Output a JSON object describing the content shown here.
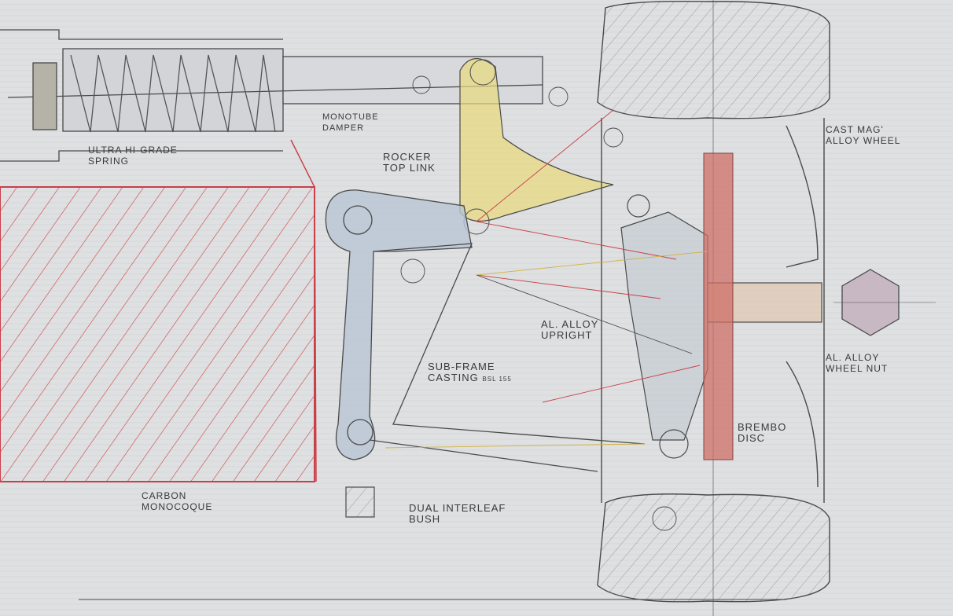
{
  "labels": {
    "spring": [
      "ULTRA HI-GRADE",
      "SPRING"
    ],
    "damper": [
      "MONOTUBE",
      "DAMPER"
    ],
    "rocker": [
      "ROCKER",
      "TOP LINK"
    ],
    "wheel": [
      "CAST MAG'",
      "ALLOY WHEEL"
    ],
    "upright": [
      "AL. ALLOY",
      "UPRIGHT"
    ],
    "subframe": [
      "SUB-FRAME",
      "CASTING"
    ],
    "subframe_code": "BSL 155",
    "wheel_nut": [
      "AL. ALLOY",
      "WHEEL NUT"
    ],
    "disc": [
      "BREMBO",
      "DISC"
    ],
    "monocoque": [
      "CARBON",
      "MONOCOQUE"
    ],
    "bush": [
      "DUAL INTERLEAF",
      "BUSH"
    ]
  },
  "colors": {
    "paper": "#dedfe0",
    "monocoque": "#c9404a",
    "rocker": "#e8d97a",
    "subframe": "#b8c6d4",
    "disc": "#cf6f66",
    "line": "#4a4a4a"
  }
}
